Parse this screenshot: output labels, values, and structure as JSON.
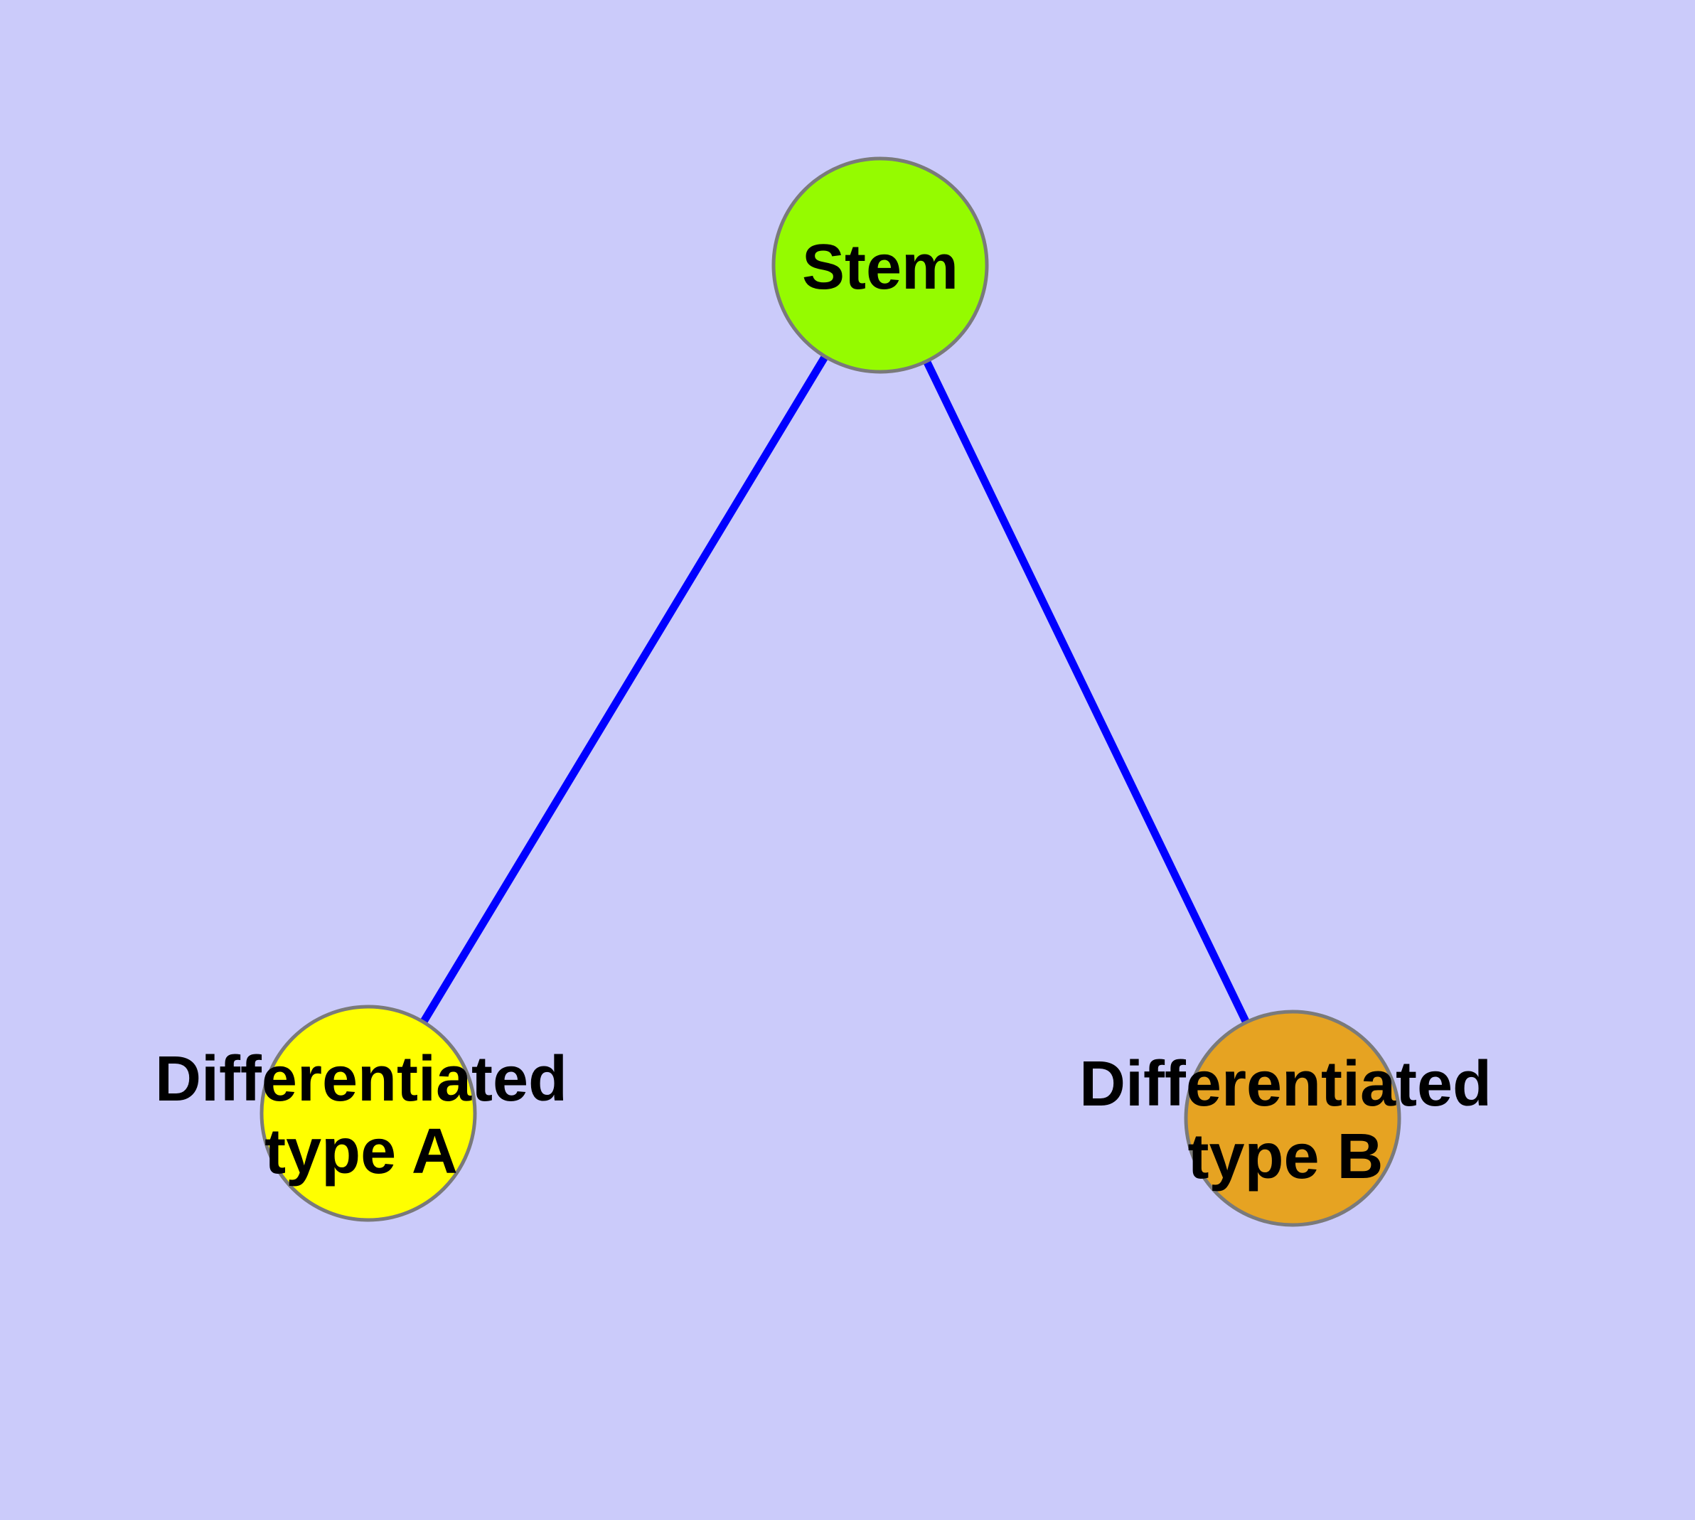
{
  "diagram": {
    "background_color": "#CBCBFA",
    "edge_color": "#0000FF",
    "node_border_color": "#7A7A7A",
    "label_color": "#000000",
    "nodes": [
      {
        "id": "stem",
        "label": "Stem",
        "label_lines": [
          "Stem"
        ],
        "color": "#95FB00"
      },
      {
        "id": "differentiated-type-a",
        "label": "Differentiated type A",
        "label_lines": [
          "Differentiated",
          "type A"
        ],
        "color": "#FFFF00"
      },
      {
        "id": "differentiated-type-b",
        "label": "Differentiated type B",
        "label_lines": [
          "Differentiated",
          "type B"
        ],
        "color": "#E6A322"
      }
    ],
    "edges": [
      {
        "from": "stem",
        "to": "differentiated-type-a"
      },
      {
        "from": "stem",
        "to": "differentiated-type-b"
      }
    ]
  }
}
